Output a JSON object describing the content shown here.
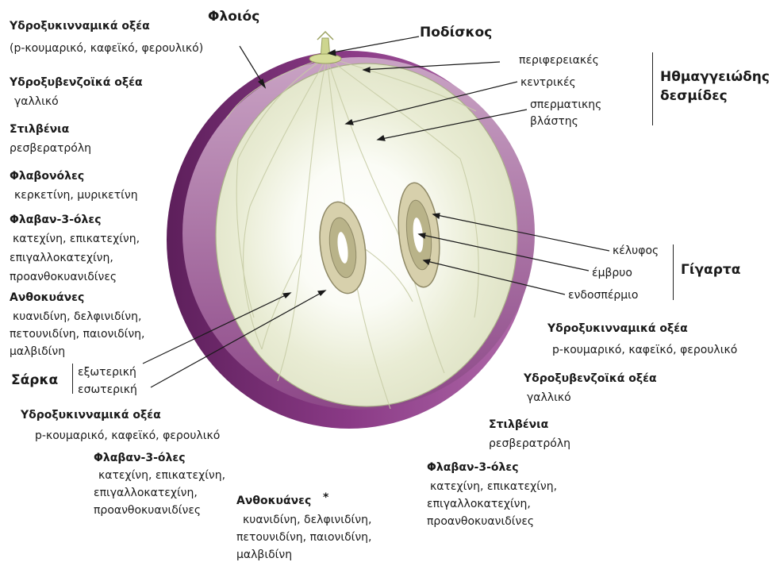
{
  "structure": {
    "floios": "Φλοιός",
    "podiskos": "Ποδίσκος",
    "vascular": {
      "items": [
        "περιφερειακές",
        "κεντρικές",
        "σπερματικης",
        "βλάστης"
      ],
      "title_line1": "Ηθμαγγειώδης",
      "title_line2": "δεσμίδες"
    },
    "seed": {
      "items": [
        "κέλυφος",
        "έμβρυο",
        "ενδοσπέρμιο"
      ],
      "title": "Γίγαρτα"
    },
    "flesh": {
      "title": "Σάρκα",
      "items": [
        "εξωτερική",
        "εσωτερική"
      ]
    }
  },
  "left_list": [
    {
      "title": "Υδροξυκινναμικά οξέα",
      "lines": [
        "(p-κουμαρικό, καφεϊκό, φερουλικό)"
      ]
    },
    {
      "title": "Υδροξυβενζοϊκά οξέα",
      "lines": [
        "γαλλικό"
      ]
    },
    {
      "title": "Στιλβένια",
      "lines": [
        "ρεσβερατρόλη"
      ]
    },
    {
      "title": "Φλαβονόλες",
      "lines": [
        "κερκετίνη, μυρικετίνη"
      ]
    },
    {
      "title": "Φλαβαν-3-όλες",
      "lines": [
        "κατεχίνη, επικατεχίνη,",
        "επιγαλλοκατεχίνη,",
        "προανθοκυανιδίνες"
      ]
    },
    {
      "title": "Ανθοκυάνες",
      "lines": [
        "κυανιδίνη, δελφινιδίνη,",
        "πετουνιδίνη, παιονιδίνη,",
        "μαλβιδίνη"
      ]
    }
  ],
  "flesh_compounds": {
    "h1": {
      "title": "Υδροξυκινναμικά οξέα",
      "line": "p-κουμαρικό, καφεϊκό, φερουλικό"
    },
    "f3": {
      "title": "Φλαβαν-3-όλες",
      "lines": [
        "κατεχίνη, επικατεχίνη,",
        "επιγαλλοκατεχίνη,",
        "προανθοκυανιδίνες"
      ]
    },
    "anth": {
      "title": "Ανθοκυάνες",
      "star": "*",
      "lines": [
        "κυανιδίνη, δελφινιδίνη,",
        "πετουνιδίνη, παιονιδίνη,",
        "μαλβιδίνη"
      ]
    }
  },
  "seed_compounds": {
    "h1": {
      "title": "Υδροξυκινναμικά οξέα",
      "line": "p-κουμαρικό, καφεϊκό, φερουλικό"
    },
    "h2": {
      "title": "Υδροξυβενζοϊκά οξέα",
      "line": "γαλλικό"
    },
    "st": {
      "title": "Στιλβένια",
      "line": "ρεσβερατρόλη"
    },
    "f3": {
      "title": "Φλαβαν-3-όλες",
      "lines": [
        "κατεχίνη, επικατεχίνη,",
        "επιγαλλοκατεχίνη,",
        "προανθοκυανιδίνες"
      ]
    }
  }
}
